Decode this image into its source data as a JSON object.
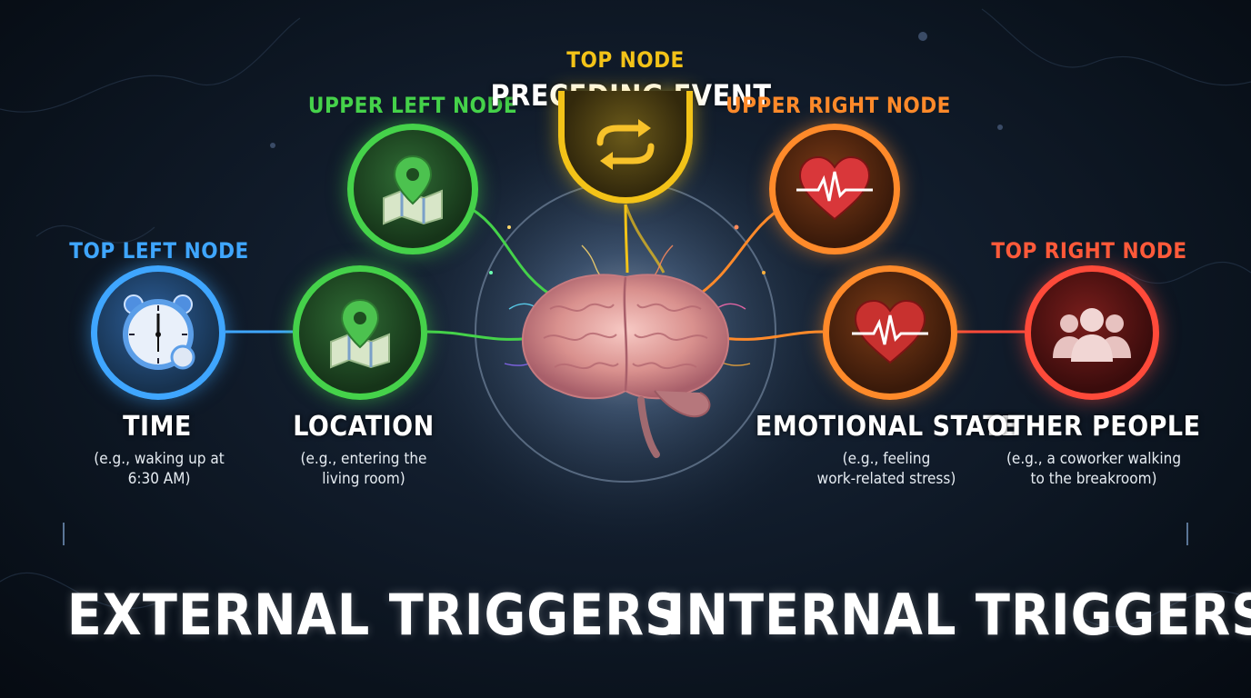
{
  "colors": {
    "blue": "#3fa6ff",
    "green": "#45d24a",
    "yellow": "#f3c318",
    "orange": "#ff8a2a",
    "red": "#ff4a3a",
    "background": "#0b1420"
  },
  "nodes": {
    "time": {
      "caption": "TOP LEFT NODE",
      "label": "TIME",
      "sub_line1": "(e.g., waking up at",
      "sub_line2": "6:30 AM)",
      "icon": "alarm-clock-icon"
    },
    "location": {
      "label": "LOCATION",
      "sub_line1": "(e.g., entering the",
      "sub_line2": "living room)",
      "icon": "map-pin-icon"
    },
    "upper_left": {
      "caption": "UPPER LEFT NODE",
      "icon": "map-pin-icon"
    },
    "preceding_event": {
      "caption": "TOP NODE",
      "label": "PRECEDING EVENT",
      "icon": "cycle-arrows-icon"
    },
    "upper_right": {
      "caption": "UPPER RIGHT NODE",
      "icon": "heartbeat-icon"
    },
    "emotional_state": {
      "label": "EMOTIONAL STATE",
      "sub_line1": "(e.g., feeling",
      "sub_line2": "work-related stress)",
      "icon": "heartbeat-icon"
    },
    "other_people": {
      "caption": "TOP RIGHT NODE",
      "label": "OTHER PEOPLE",
      "sub_line1": "(e.g., a coworker walking",
      "sub_line2": "to the breakroom)",
      "icon": "people-icon"
    }
  },
  "center": {
    "icon": "brain-icon"
  },
  "footer": {
    "external": "EXTERNAL TRIGGERS",
    "internal": "INTERNAL TRIGGERS"
  }
}
